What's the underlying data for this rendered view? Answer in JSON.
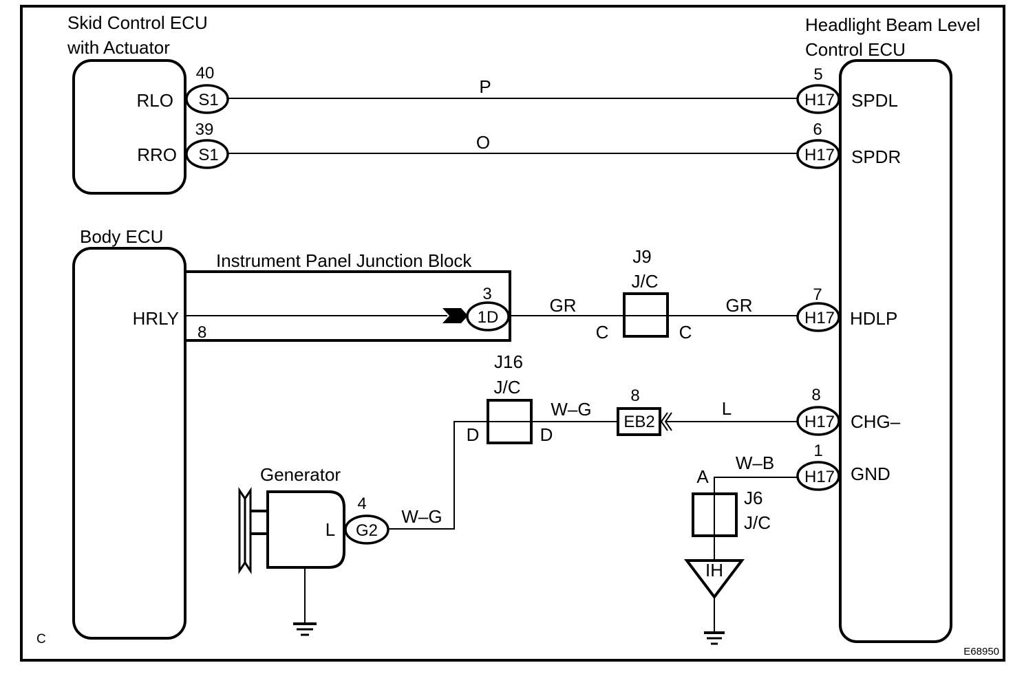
{
  "diagram": {
    "figure_id": "E68950",
    "corner_mark": "C",
    "components": {
      "skid_ecu": {
        "title_line1": "Skid Control ECU",
        "title_line2": "with Actuator",
        "terminals": [
          {
            "name": "RLO",
            "connector": "S1",
            "pin": "40"
          },
          {
            "name": "RRO",
            "connector": "S1",
            "pin": "39"
          }
        ]
      },
      "headlight_ecu": {
        "title_line1": "Headlight Beam Level",
        "title_line2": "Control ECU",
        "terminals": [
          {
            "name": "SPDL",
            "connector": "H17",
            "pin": "5"
          },
          {
            "name": "SPDR",
            "connector": "H17",
            "pin": "6"
          },
          {
            "name": "HDLP",
            "connector": "H17",
            "pin": "7"
          },
          {
            "name": "CHG–",
            "connector": "H17",
            "pin": "8"
          },
          {
            "name": "GND",
            "connector": "H17",
            "pin": "1"
          }
        ]
      },
      "body_ecu": {
        "title": "Body ECU",
        "terminal": "HRLY",
        "pin": "8"
      },
      "junction_block": {
        "title": "Instrument Panel Junction Block",
        "connector": "1D",
        "pin": "3"
      },
      "j9": {
        "id": "J9",
        "type": "J/C",
        "left_pin": "C",
        "right_pin": "C"
      },
      "j16": {
        "id": "J16",
        "type": "J/C",
        "left_pin": "D",
        "right_pin": "D"
      },
      "eb2": {
        "connector": "EB2",
        "pin": "8"
      },
      "j6": {
        "id": "J6",
        "type": "J/C",
        "pin": "A",
        "ground_point": "IH"
      },
      "generator": {
        "title": "Generator",
        "terminal": "L",
        "connector": "G2",
        "pin": "4"
      }
    },
    "wires": {
      "rlo_spdl": "P",
      "rro_spdr": "O",
      "jb_j9": "GR",
      "j9_hdlp": "GR",
      "j16_eb2": "W–G",
      "eb2_chg": "L",
      "gen_j16": "W–G",
      "gnd": "W–B"
    }
  }
}
